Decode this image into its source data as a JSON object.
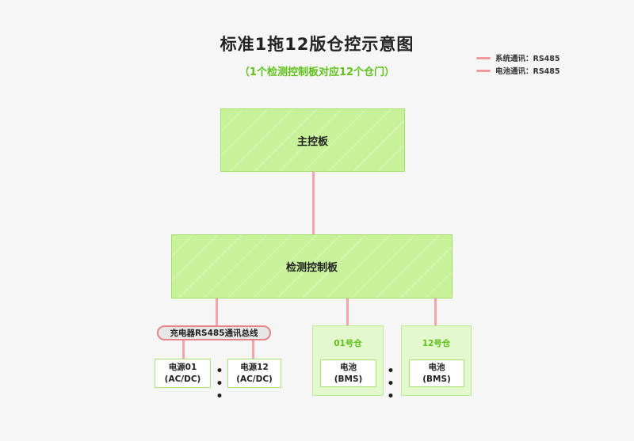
{
  "title": "标准1拖12版仓控示意图",
  "subtitle": "（1个检测控制板对应12个仓门）",
  "legend": {
    "system_comm": "系统通讯：RS485",
    "battery_comm": "电池通讯：RS485",
    "color": "#f09aa0"
  },
  "nodes": {
    "main_board": "主控板",
    "detect_board": "检测控制板",
    "bus_label": "充电器RS485通讯总线",
    "power01": {
      "line1": "电源01",
      "line2": "(AC/DC)"
    },
    "power12": {
      "line1": "电源12",
      "line2": "(AC/DC)"
    },
    "door01": {
      "title": "01号仓",
      "battery_line1": "电池",
      "battery_line2": "(BMS)"
    },
    "door12": {
      "title": "12号仓",
      "battery_line1": "电池",
      "battery_line2": "(BMS)"
    }
  },
  "ellipsis": "• • •",
  "colors": {
    "board_fill": "#c8f29a",
    "accent_green": "#5fc21a",
    "connector_pink": "#f2a6ab"
  }
}
